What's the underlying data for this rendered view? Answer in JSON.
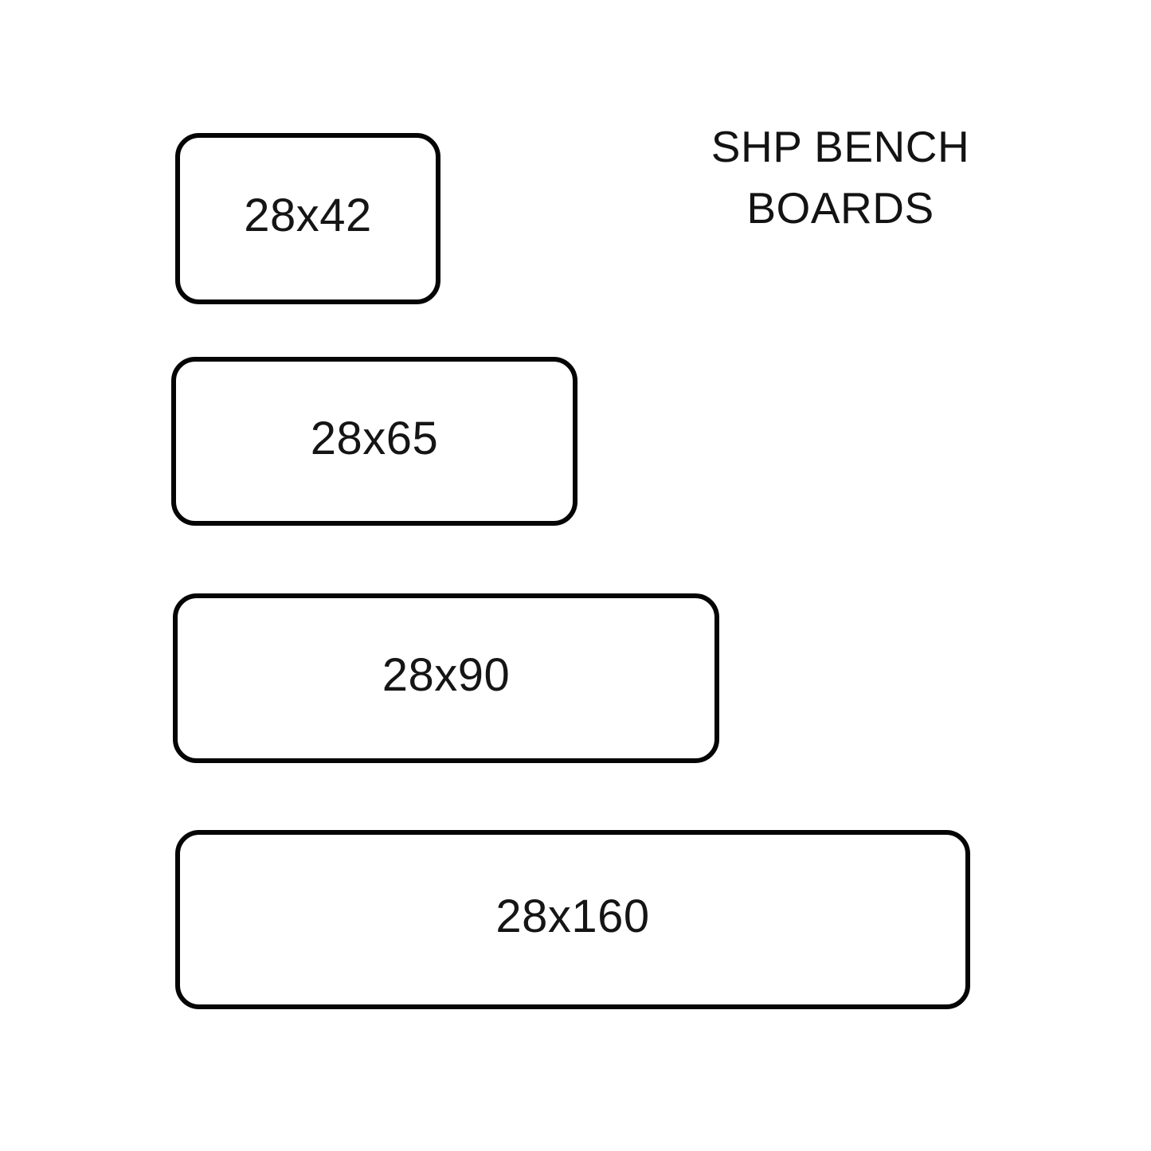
{
  "title": {
    "full": "SHP BENCH BOARDS",
    "line1": "SHP BENCH",
    "line2": "BOARDS"
  },
  "boards": [
    {
      "label": "28x42",
      "thickness_mm": 28,
      "width_mm": 42
    },
    {
      "label": "28x65",
      "thickness_mm": 28,
      "width_mm": 65
    },
    {
      "label": "28x90",
      "thickness_mm": 28,
      "width_mm": 90
    },
    {
      "label": "28x160",
      "thickness_mm": 28,
      "width_mm": 160
    }
  ],
  "colors": {
    "background": "#ffffff",
    "outline": "#050505",
    "text": "#131313"
  }
}
